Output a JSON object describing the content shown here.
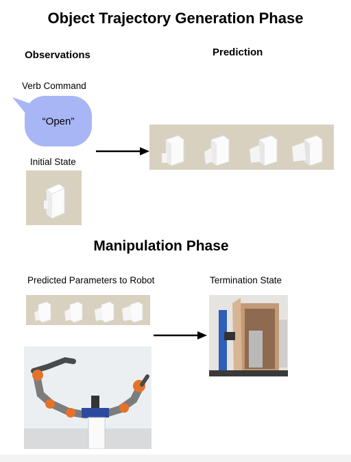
{
  "phase1": {
    "title": "Object Trajectory Generation Phase",
    "observations_header": "Observations",
    "prediction_header": "Prediction",
    "verb_command_label": "Verb Command",
    "verb_command_text": "“Open”",
    "initial_state_label": "Initial State"
  },
  "phase2": {
    "title": "Manipulation Phase",
    "predicted_params_label": "Predicted Parameters to Robot",
    "termination_label": "Termination State"
  },
  "colors": {
    "bubble": "#a9b6f5",
    "render_background": "#d8d1c0",
    "robot_orange": "#e5722a",
    "robot_base_blue": "#2c4aa0"
  },
  "icons": [
    "speech-bubble-icon",
    "arrow-right-icon",
    "cabinet-render-icon",
    "robot-photo",
    "termination-photo"
  ]
}
